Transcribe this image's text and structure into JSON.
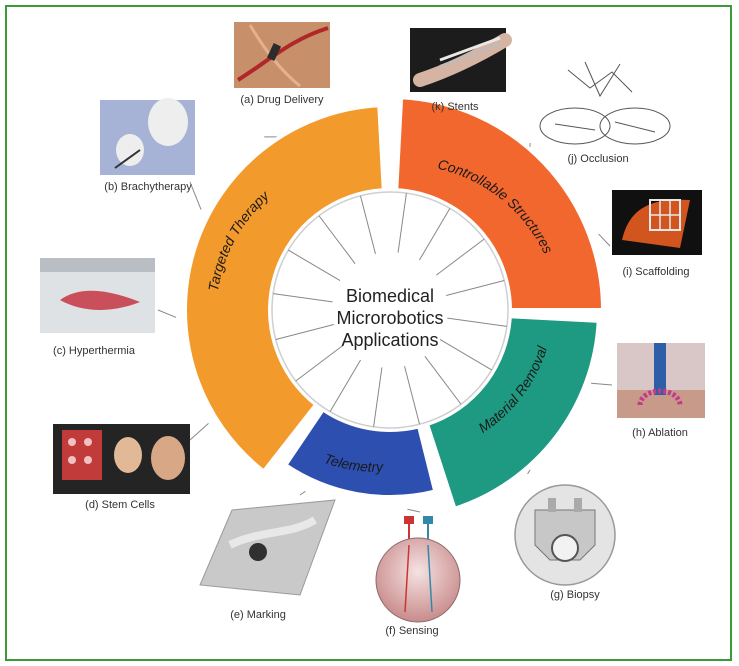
{
  "center": {
    "line1": "Biomedical",
    "line2": "Microrobotics",
    "line3": "Applications"
  },
  "segments": [
    {
      "label": "Targeted Therapy",
      "color": "#f39a2c"
    },
    {
      "label": "Controllable Structures",
      "color": "#f2672e"
    },
    {
      "label": "Material Removal",
      "color": "#1f9a82"
    },
    {
      "label": "Telemetry",
      "color": "#2d4fb0"
    }
  ],
  "applications": [
    {
      "label": "(a) Drug Delivery",
      "icon": "drug-delivery-image"
    },
    {
      "label": "(k) Stents",
      "icon": "stent-image"
    },
    {
      "label": "(j) Occlusion",
      "icon": "occlusion-sketch"
    },
    {
      "label": "(i) Scaffolding",
      "icon": "scaffolding-image"
    },
    {
      "label": "(h) Ablation",
      "icon": "ablation-image"
    },
    {
      "label": "(g) Biopsy",
      "icon": "biopsy-device-image"
    },
    {
      "label": "(f) Sensing",
      "icon": "eye-sensing-image"
    },
    {
      "label": "(e) Marking",
      "icon": "marking-xray-image"
    },
    {
      "label": "(d) Stem Cells",
      "icon": "stem-cells-image"
    },
    {
      "label": "(c) Hyperthermia",
      "icon": "hyperthermia-image"
    },
    {
      "label": "(b) Brachytherapy",
      "icon": "brachytherapy-image"
    }
  ],
  "colors": {
    "border": "#3c9a3a",
    "spoke": "#888888"
  }
}
